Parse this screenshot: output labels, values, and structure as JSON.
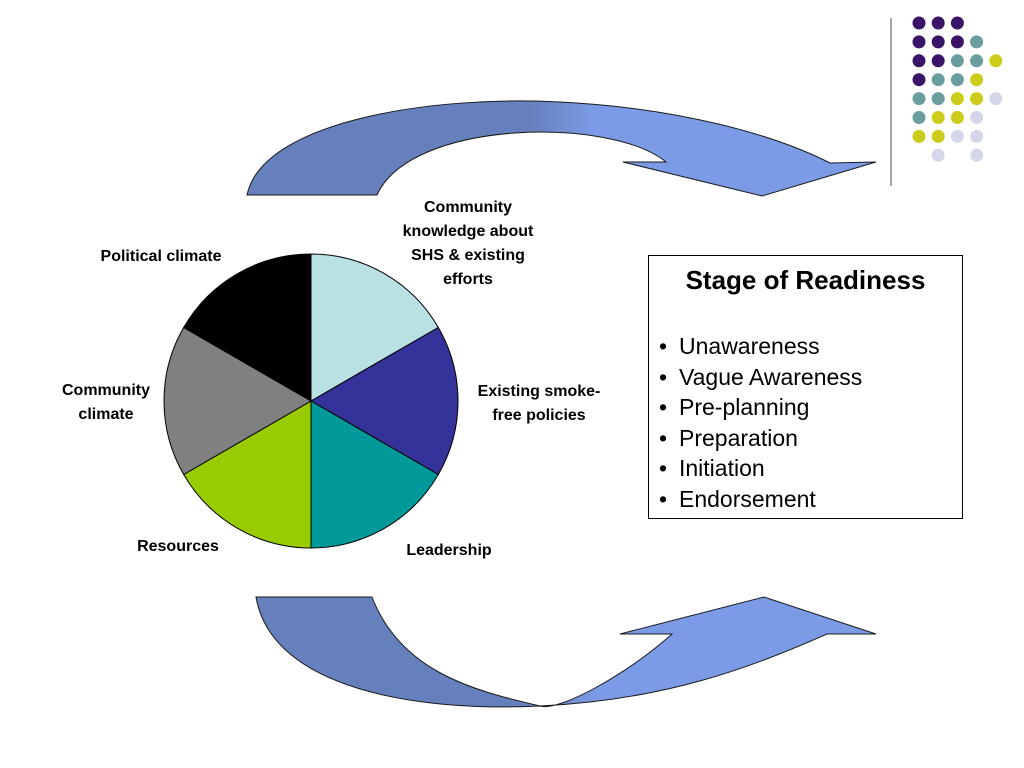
{
  "diagram": {
    "segments": [
      {
        "id": "community-knowledge",
        "lines": [
          "Community",
          "knowledge about",
          "SHS & existing",
          "efforts"
        ],
        "color": "#b9e0e3"
      },
      {
        "id": "smoke-free-policies",
        "lines": [
          "Existing smoke-",
          "free policies"
        ],
        "color": "#33339a"
      },
      {
        "id": "leadership",
        "lines": [
          "Leadership"
        ],
        "color": "#009999"
      },
      {
        "id": "resources",
        "lines": [
          "Resources"
        ],
        "color": "#99cc00"
      },
      {
        "id": "community-climate",
        "lines": [
          "Community",
          "climate"
        ],
        "color": "#808080"
      },
      {
        "id": "political-climate",
        "lines": [
          "Political climate"
        ],
        "color": "#000000"
      }
    ],
    "arrow_colors": {
      "dark": "#6680bd",
      "light": "#7b9be6"
    }
  },
  "readiness": {
    "title": "Stage of Readiness",
    "bullet": "•",
    "stages": [
      "Unawareness",
      "Vague Awareness",
      "Pre-planning",
      "Preparation",
      "Initiation",
      "Endorsement"
    ]
  },
  "decoration": {
    "dot_colors": {
      "purple": "#3a1466",
      "teal": "#6a9e9e",
      "yellow": "#cccc1a",
      "lavender": "#d6d6ea"
    },
    "dot_grid": [
      [
        "purple",
        "purple",
        "purple",
        "",
        ""
      ],
      [
        "purple",
        "purple",
        "purple",
        "teal",
        ""
      ],
      [
        "purple",
        "purple",
        "teal",
        "teal",
        "yellow"
      ],
      [
        "purple",
        "teal",
        "teal",
        "yellow",
        ""
      ],
      [
        "teal",
        "teal",
        "yellow",
        "yellow",
        "lavender"
      ],
      [
        "teal",
        "yellow",
        "yellow",
        "lavender",
        ""
      ],
      [
        "yellow",
        "yellow",
        "lavender",
        "lavender",
        ""
      ],
      [
        "",
        "lavender",
        "",
        "lavender",
        ""
      ]
    ]
  }
}
